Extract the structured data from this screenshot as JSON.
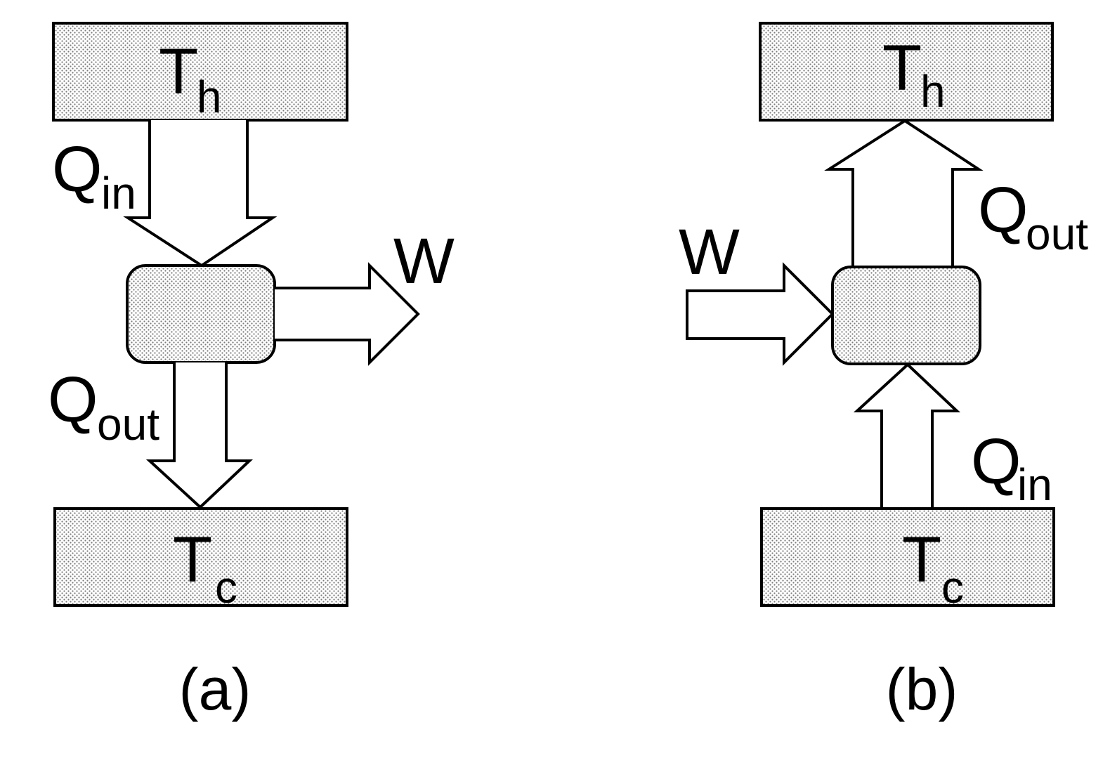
{
  "diagrams": [
    {
      "caption": "(a)",
      "hot_reservoir": {
        "symbol": "T",
        "subscript": "h"
      },
      "cold_reservoir": {
        "symbol": "T",
        "subscript": "c"
      },
      "heat_in": {
        "symbol": "Q",
        "subscript": "in"
      },
      "heat_out": {
        "symbol": "Q",
        "subscript": "out"
      },
      "work": {
        "symbol": "W"
      }
    },
    {
      "caption": "(b)",
      "hot_reservoir": {
        "symbol": "T",
        "subscript": "h"
      },
      "cold_reservoir": {
        "symbol": "T",
        "subscript": "c"
      },
      "heat_in": {
        "symbol": "Q",
        "subscript": "in"
      },
      "heat_out": {
        "symbol": "Q",
        "subscript": "out"
      },
      "work": {
        "symbol": "W"
      }
    }
  ],
  "colors": {
    "line": "#000000",
    "fill_dots": "#7a7a7a",
    "background": "#ffffff"
  }
}
